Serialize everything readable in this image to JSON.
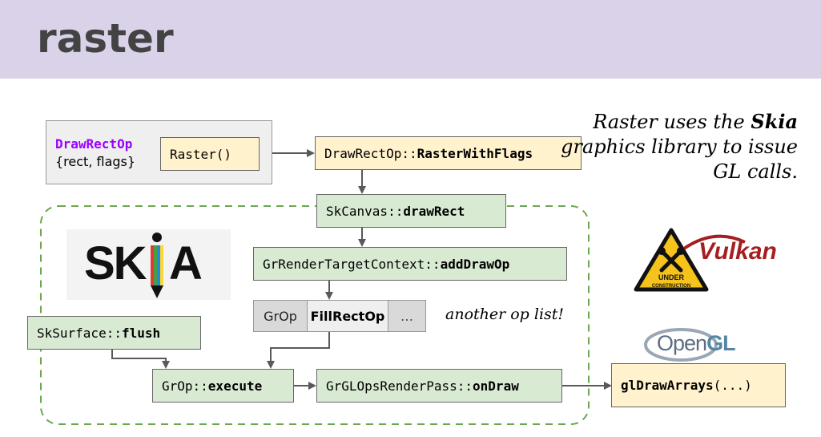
{
  "slide": {
    "title": "raster",
    "caption": {
      "before": "Raster uses the ",
      "emphasis": "Skia",
      "after": " graphics library to issue GL calls."
    },
    "another_op_list": "another op list!"
  },
  "nodes": {
    "drawrectop": {
      "name": "DrawRectOp",
      "args": "{rect, flags}"
    },
    "raster_fn": "Raster()",
    "raster_with_flags": {
      "prefix": "DrawRectOp::",
      "method": "RasterWithFlags"
    },
    "skcanvas": {
      "prefix": "SkCanvas::",
      "method": "drawRect"
    },
    "rendertarget": {
      "prefix": "GrRenderTargetContext::",
      "method": "addDrawOp"
    },
    "oplist": {
      "item1": "GrOp",
      "item2": "FillRectOp",
      "item3": "…"
    },
    "sksurface": {
      "prefix": "SkSurface::",
      "method": "flush"
    },
    "grop_execute": {
      "prefix": "GrOp::",
      "method": "execute"
    },
    "renderpass": {
      "prefix": "GrGLOpsRenderPass::",
      "method": "onDraw"
    },
    "gldraw": {
      "method": "glDrawArrays",
      "suffix": "(...)"
    }
  },
  "logos": {
    "skia": {
      "letters_left": "SK",
      "letters_right": "A"
    },
    "vulkan": {
      "word": "Vulkan",
      "badge_line1": "UNDER",
      "badge_line2": "CONSTRUCTION"
    },
    "opengl": {
      "word1": "Open",
      "word2": "GL"
    }
  },
  "colors": {
    "header_bg": "#d9d2e9",
    "green_box": "#d9ead3",
    "yellow_box": "#fff2cc",
    "gray_box": "#efefef",
    "dashed_border": "#6aa84f",
    "purple_text": "#9900ff",
    "vulkan_red": "#a41e22"
  }
}
